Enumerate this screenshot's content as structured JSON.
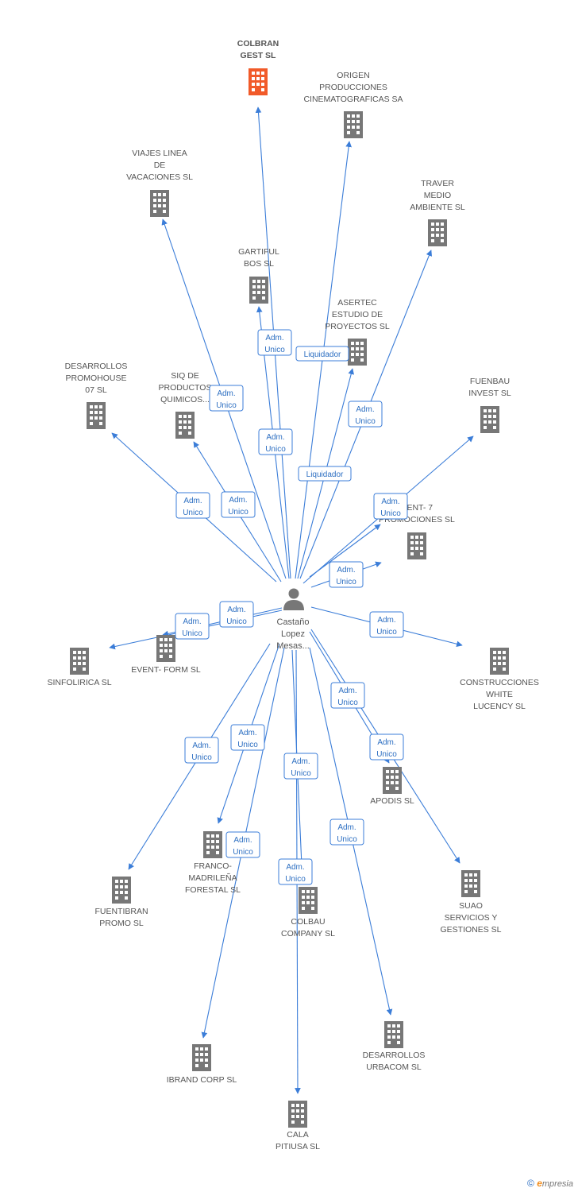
{
  "center": {
    "lines": [
      "Castaño",
      "Lopez",
      "Mesas..."
    ]
  },
  "colors": {
    "edge": "#3b7dd8",
    "company": "#777777",
    "highlight": "#f15a29",
    "label_border": "#3b7dd8"
  },
  "nodes": [
    {
      "id": "colbran",
      "lines": [
        "COLBRAN",
        "GEST SL"
      ],
      "highlight": true
    },
    {
      "id": "origen",
      "lines": [
        "ORIGEN",
        "PRODUCCIONES",
        "CINEMATOGRAFICAS SA"
      ]
    },
    {
      "id": "viajes",
      "lines": [
        "VIAJES LINEA",
        "DE",
        "VACACIONES SL"
      ]
    },
    {
      "id": "traver",
      "lines": [
        "TRAVER",
        "MEDIO",
        "AMBIENTE SL"
      ]
    },
    {
      "id": "gartiful",
      "lines": [
        "GARTIFUL",
        "BOS  SL"
      ]
    },
    {
      "id": "asertec",
      "lines": [
        "ASERTEC",
        "ESTUDIO DE",
        "PROYECTOS SL"
      ]
    },
    {
      "id": "desarrollos_promo",
      "lines": [
        "DESARROLLOS",
        "PROMOHOUSE",
        "07 SL"
      ]
    },
    {
      "id": "siq",
      "lines": [
        "SIQ DE",
        "PRODUCTOS",
        "QUIMICOS..."
      ]
    },
    {
      "id": "fuenbau",
      "lines": [
        "FUENBAU",
        "INVEST SL"
      ]
    },
    {
      "id": "rent7",
      "lines": [
        "RENT- 7",
        "PROMOCIONES SL"
      ]
    },
    {
      "id": "sinfolirica",
      "lines": [
        "SINFOLIRICA SL"
      ]
    },
    {
      "id": "eventform",
      "lines": [
        "EVENT- FORM SL"
      ]
    },
    {
      "id": "construcciones",
      "lines": [
        "CONSTRUCCIONES",
        "WHITE",
        "LUCENCY SL"
      ]
    },
    {
      "id": "apodis",
      "lines": [
        "APODIS SL"
      ]
    },
    {
      "id": "franco",
      "lines": [
        "FRANCO-",
        "MADRILEÑA",
        "FORESTAL SL"
      ]
    },
    {
      "id": "fuentibran",
      "lines": [
        "FUENTIBRAN",
        "PROMO SL"
      ]
    },
    {
      "id": "colbau",
      "lines": [
        "COLBAU",
        "COMPANY SL"
      ]
    },
    {
      "id": "suao",
      "lines": [
        "SUAO",
        "SERVICIOS Y",
        "GESTIONES SL"
      ]
    },
    {
      "id": "ibrand",
      "lines": [
        "IBRAND CORP SL"
      ]
    },
    {
      "id": "desarrollos_urbacom",
      "lines": [
        "DESARROLLOS",
        "URBACOM SL"
      ]
    },
    {
      "id": "cala",
      "lines": [
        "CALA",
        "PITIUSA SL"
      ]
    }
  ],
  "edge_labels": [
    {
      "lines": [
        "Adm.",
        "Unico"
      ]
    },
    {
      "lines": [
        "Liquidador"
      ]
    },
    {
      "lines": [
        "Adm.",
        "Unico"
      ]
    },
    {
      "lines": [
        "Adm.",
        "Unico"
      ]
    },
    {
      "lines": [
        "Adm.",
        "Unico"
      ]
    },
    {
      "lines": [
        "Adm.",
        "Unico"
      ]
    },
    {
      "lines": [
        "Adm.",
        "Unico"
      ]
    },
    {
      "lines": [
        "Liquidador"
      ]
    },
    {
      "lines": [
        "Adm.",
        "Unico"
      ]
    },
    {
      "lines": [
        "Adm.",
        "Unico"
      ]
    },
    {
      "lines": [
        "Adm.",
        "Unico"
      ]
    },
    {
      "lines": [
        "Adm.",
        "Unico"
      ]
    },
    {
      "lines": [
        "Adm.",
        "Unico"
      ]
    },
    {
      "lines": [
        "Adm.",
        "Unico"
      ]
    },
    {
      "lines": [
        "Adm.",
        "Unico"
      ]
    },
    {
      "lines": [
        "Adm.",
        "Unico"
      ]
    },
    {
      "lines": [
        "Adm.",
        "Unico"
      ]
    },
    {
      "lines": [
        "Adm.",
        "Unico"
      ]
    },
    {
      "lines": [
        "Adm.",
        "Unico"
      ]
    },
    {
      "lines": [
        "Adm.",
        "Unico"
      ]
    },
    {
      "lines": [
        "Adm.",
        "Unico"
      ]
    }
  ],
  "footer": {
    "copyright": "©",
    "brand_first": "e",
    "brand_rest": "mpresia"
  }
}
